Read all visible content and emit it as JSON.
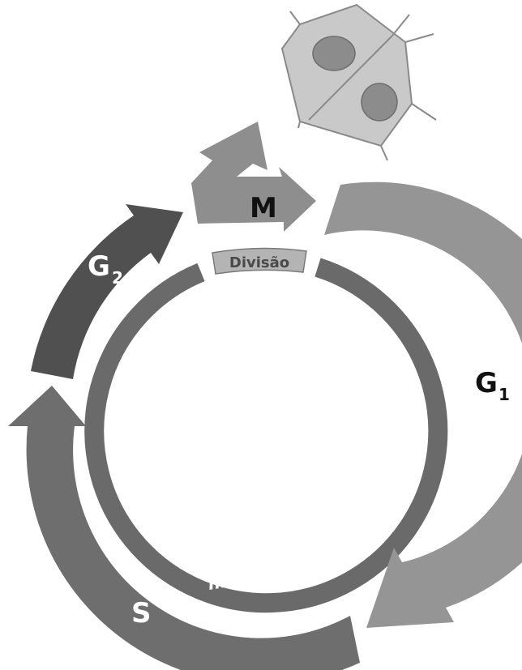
{
  "diagram": {
    "phases": {
      "m": "M",
      "g1_letter": "G",
      "g1_sub": "1",
      "g2_letter": "G",
      "g2_sub": "2",
      "s": "S"
    },
    "labels": {
      "division": "Divisão",
      "interphase": "Interfase"
    }
  },
  "colors": {
    "m_arrow": "#8e8e8e",
    "g1_arrow": "#959595",
    "g2_arrow": "#505050",
    "s_arrow": "#6e6e6e",
    "inner_ring": "#6a6a6a",
    "division_tag": "#b4b4b4",
    "cell_fill": "#c9c9c9",
    "nucleus_fill": "#8c8c8c"
  }
}
